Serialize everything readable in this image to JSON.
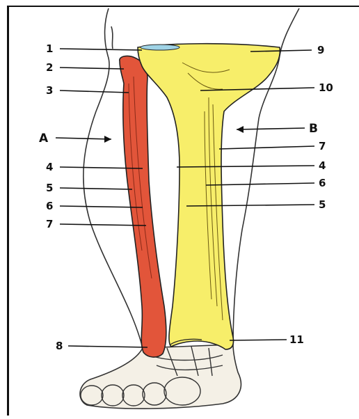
{
  "labels_left": [
    {
      "id": "1",
      "text": "1"
    },
    {
      "id": "2",
      "text": "2"
    },
    {
      "id": "3",
      "text": "3"
    },
    {
      "id": "A",
      "text": "A"
    },
    {
      "id": "4",
      "text": "4"
    },
    {
      "id": "5",
      "text": "5"
    },
    {
      "id": "6",
      "text": "6"
    },
    {
      "id": "7",
      "text": "7"
    },
    {
      "id": "8",
      "text": "8"
    }
  ],
  "labels_right": [
    {
      "id": "9",
      "text": "9"
    },
    {
      "id": "10",
      "text": "10"
    },
    {
      "id": "B",
      "text": "B"
    },
    {
      "id": "7",
      "text": "7"
    },
    {
      "id": "4",
      "text": "4"
    },
    {
      "id": "6",
      "text": "6"
    },
    {
      "id": "5",
      "text": "5"
    },
    {
      "id": "11",
      "text": "11"
    }
  ],
  "colors": {
    "fibula": "#e2553a",
    "tibula": "#f7ee6a",
    "outline": "#222222",
    "skin_line": "#333333"
  }
}
